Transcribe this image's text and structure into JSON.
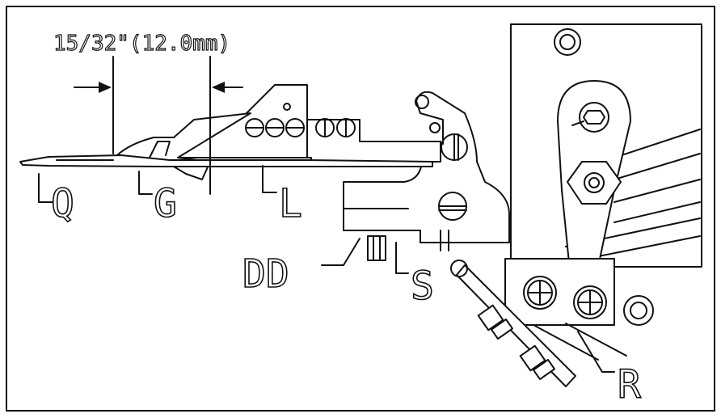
{
  "dimension": {
    "text": "15/32\"(12.0mm)"
  },
  "labels": {
    "q": "Q",
    "g": "G",
    "l": "L",
    "dd": "DD",
    "s": "S",
    "r": "R"
  }
}
